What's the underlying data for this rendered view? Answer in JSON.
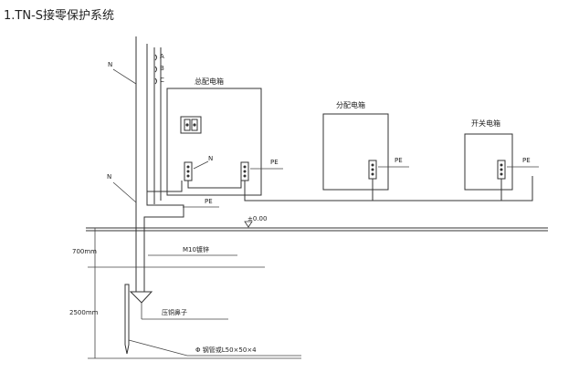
{
  "title": "1.TN-S接零保护系统",
  "phase_labels": [
    "A",
    "B",
    "C"
  ],
  "neutral_label": "N",
  "pe_label": "PE",
  "boxes": {
    "main": "总配电箱",
    "distribution": "分配电箱",
    "switch": "开关电箱"
  },
  "ground_level": "±0.00",
  "depth_labels": {
    "top": "700mm",
    "rod": "2500mm"
  },
  "annotations": {
    "bolt": "M10镀锌",
    "lug": "压铜鼻子",
    "rod": "Φ 钢管或L50×50×4"
  }
}
